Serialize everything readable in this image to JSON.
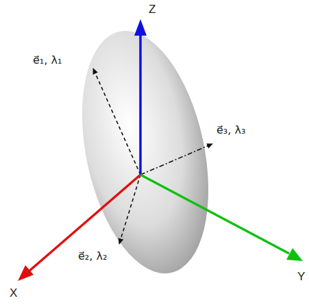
{
  "diagram": {
    "labels": [
      "Z",
      "e⃗₁, λ₁",
      "e⃗₃, λ₃",
      "e⃗₂, λ₂",
      "X",
      "Y"
    ]
  }
}
